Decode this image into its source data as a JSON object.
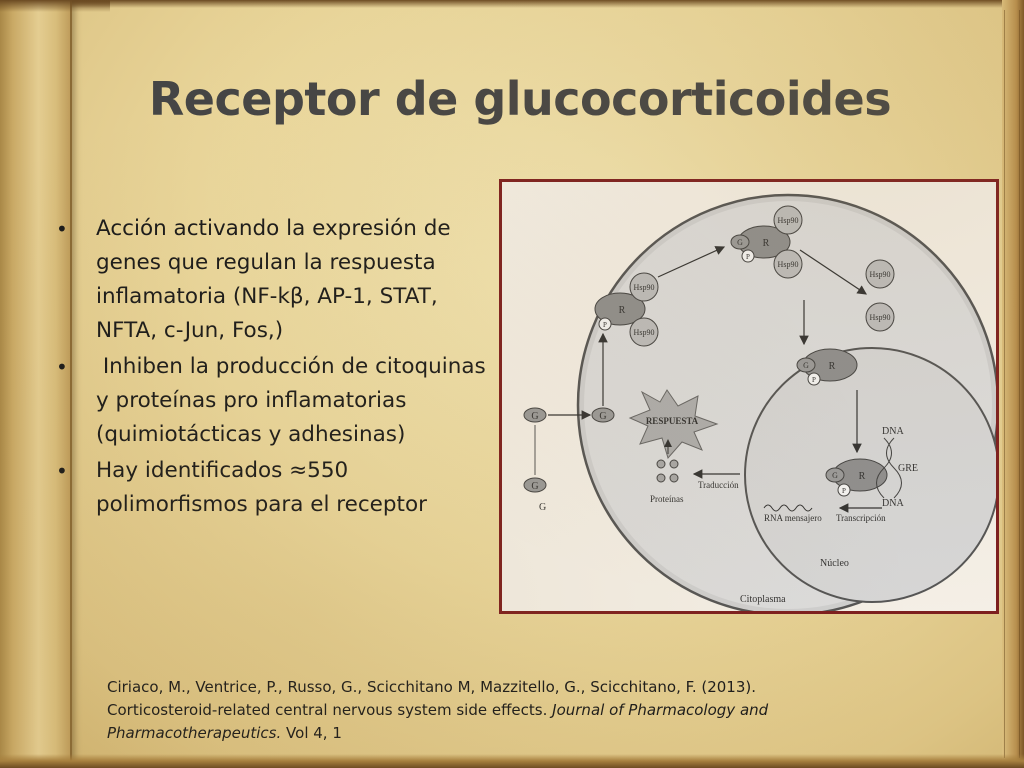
{
  "slide": {
    "title": "Receptor de glucocorticoides",
    "bullets": [
      "Acción activando la expresión de genes que regulan la respuesta inflamatoria (NF-kβ, AP-1, STAT, NFTA, c-Jun, Fos,)",
      " Inhiben la producción de citoquinas y proteínas pro inflamatorias (quimiotácticas y adhesinas)",
      "Hay identificados ≈550 polimorfismos para el receptor"
    ],
    "bullet_symbol": "•",
    "citation": {
      "authors": "Ciriaco, M., Ventrice, P., Russo, G., Scicchitano M, Mazzitello, G., Scicchitano, F. (2013).",
      "article": "Corticosteroid-related central nervous system side effects.",
      "journal": "Journal of Pharmacology and Pharmacotherapeutics.",
      "volume": "Vol 4, 1"
    }
  },
  "diagram": {
    "labels": {
      "hsp": "Hsp90",
      "g": "G",
      "r": "R",
      "p": "P",
      "respuesta": "RESPUESTA",
      "proteinas": "Proteínas",
      "traduccion": "Traducción",
      "rna": "RNA mensajero",
      "transcripcion": "Transcripción",
      "dna_top": "DNA",
      "dna_bottom": "DNA",
      "gre": "GRE",
      "nucleo": "Núcleo",
      "citoplasma": "Citoplasma"
    }
  },
  "colors": {
    "title": "#454545",
    "figure_border": "#7d1f1f",
    "cell_fill": "#d9d9d9",
    "receptor_fill": "#8f8f8f"
  }
}
